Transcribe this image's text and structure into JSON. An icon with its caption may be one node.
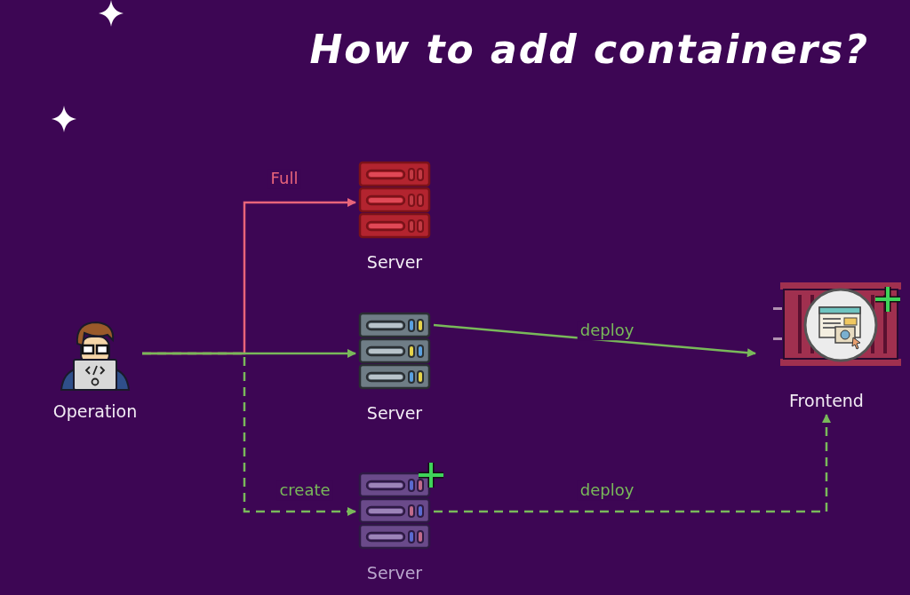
{
  "diagram": {
    "title": "How to add containers?",
    "nodes": [
      {
        "text": [
          "Operation"
        ]
      },
      {
        "text": [
          "Server"
        ]
      },
      {
        "text": [
          "Server"
        ]
      },
      {
        "text": [
          "Server"
        ]
      },
      {
        "text": [
          "Frontend"
        ]
      }
    ],
    "edges": [
      {
        "from": 0,
        "to": 1,
        "arrow": "to",
        "label": "Full",
        "color": "#e8647a"
      },
      {
        "from": 0,
        "to": 2,
        "arrow": "to"
      },
      {
        "from": 0,
        "to": 3,
        "arrow": "to",
        "label": "create",
        "style": "dashed"
      },
      {
        "from": 2,
        "to": 4,
        "arrow": "to",
        "label": "deploy"
      },
      {
        "from": 3,
        "to": 4,
        "arrow": "to",
        "label": "deploy",
        "style": "dashed"
      }
    ]
  }
}
